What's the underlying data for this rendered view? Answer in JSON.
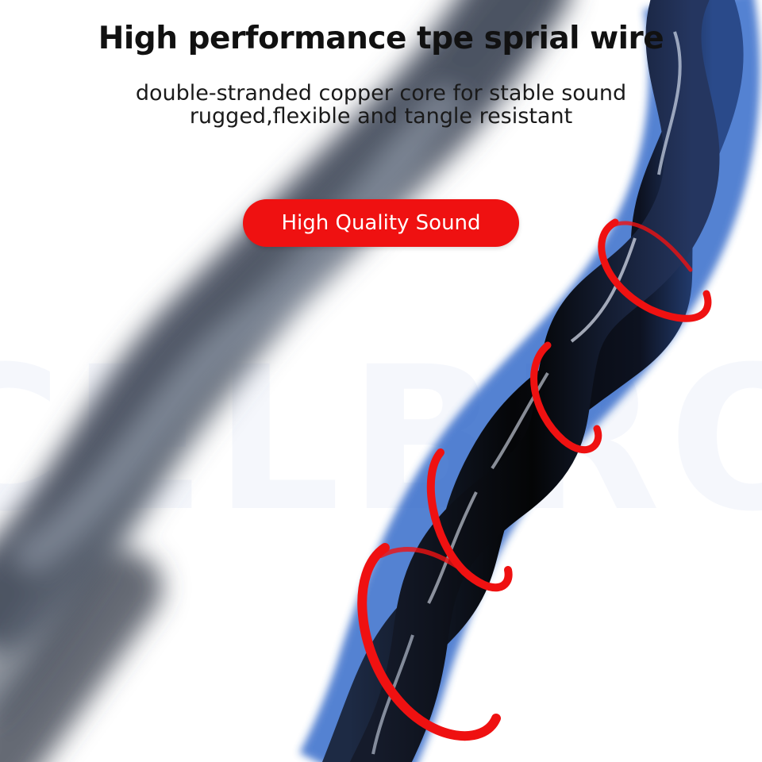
{
  "headline": "High performance tpe sprial wire",
  "description": {
    "line1": "double-stranded copper core for stable sound",
    "line2": "rugged,flexible and tangle resistant"
  },
  "badge": {
    "label": "High Quality Sound"
  },
  "watermark": {
    "text": "CELBRO"
  },
  "colors": {
    "accent_red": "#ef1111",
    "cable_black": "#0b0e14",
    "cable_highlight_blue": "#2a63c7",
    "blurred_cable_gray": "#5a6270",
    "watermark_tint": "#eef2fb"
  },
  "icons": [
    "twisted-cable-illustration",
    "blurred-cable-background",
    "red-spiral-rings-icon"
  ]
}
